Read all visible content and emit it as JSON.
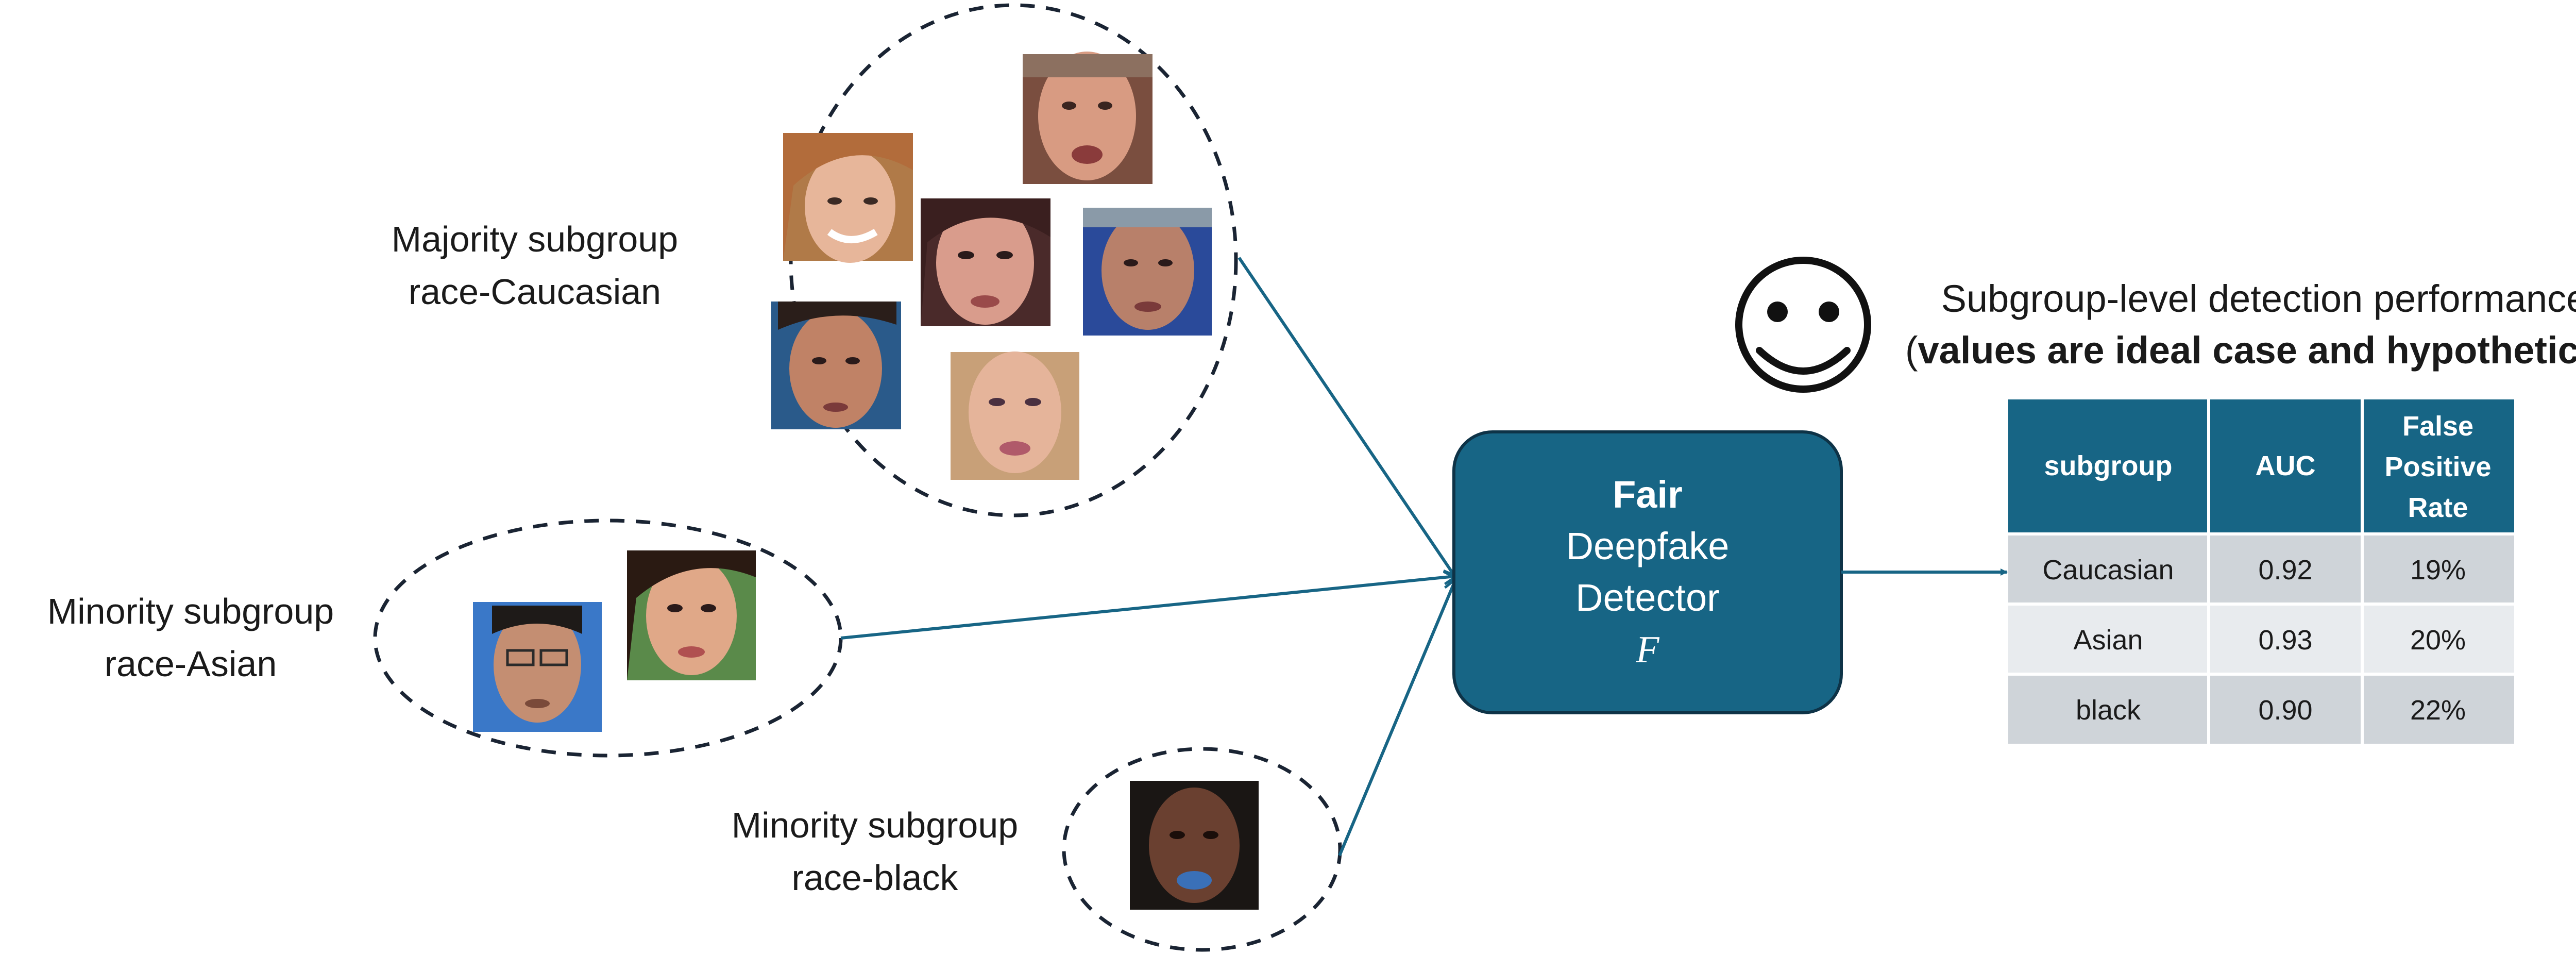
{
  "groups": {
    "majority": {
      "line1": "Majority subgroup",
      "line2": "race-Caucasian"
    },
    "asian": {
      "line1": "Minority subgroup",
      "line2": "race-Asian"
    },
    "black": {
      "line1": "Minority subgroup",
      "line2": "race-black"
    }
  },
  "detector": {
    "line1": "Fair",
    "line2": "Deepfake",
    "line3": "Detector",
    "symbol": "F"
  },
  "performance": {
    "title": "Subgroup-level detection performance",
    "note_open": "(",
    "note_bold": "values are ideal case and hypothetical",
    "note_close": ")",
    "icon": "smiley-face-icon"
  },
  "table": {
    "headers": [
      "subgroup",
      "AUC",
      "False\nPositive\nRate"
    ],
    "header_lines": {
      "subgroup": "subgroup",
      "auc": "AUC",
      "fpr_1": "False",
      "fpr_2": "Positive",
      "fpr_3": "Rate"
    },
    "rows": [
      {
        "subgroup": "Caucasian",
        "auc": "0.92",
        "fpr": "19%"
      },
      {
        "subgroup": "Asian",
        "auc": "0.93",
        "fpr": "20%"
      },
      {
        "subgroup": "black",
        "auc": "0.90",
        "fpr": "22%"
      }
    ]
  },
  "colors": {
    "accent": "#176585",
    "header": "#176585",
    "row_dark": "#cfd4d9",
    "row_light": "#e8ebee",
    "line": "#176585"
  }
}
